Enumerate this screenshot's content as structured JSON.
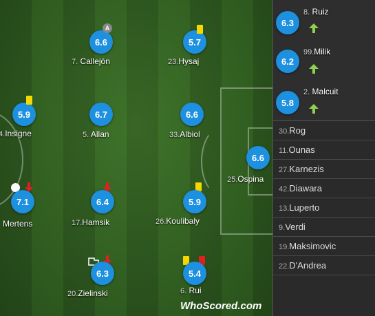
{
  "starters": [
    {
      "number": "7.",
      "name": "Callejón",
      "rating": "6.6",
      "captain": "A",
      "yellow": false
    },
    {
      "number": "23.",
      "name": "Hysaj",
      "rating": "5.7",
      "yellow": true
    },
    {
      "number": "4.",
      "name": "Insigne",
      "rating": "5.9",
      "yellow": true
    },
    {
      "number": "5.",
      "name": "Allan",
      "rating": "6.7"
    },
    {
      "number": "33.",
      "name": "Albiol",
      "rating": "6.6"
    },
    {
      "number": "25.",
      "name": "Ospina",
      "rating": "6.6"
    },
    {
      "number": "",
      "name": "Mertens",
      "rating": "7.1",
      "goal": true,
      "subbed_off": true
    },
    {
      "number": "17.",
      "name": "Hamsik",
      "rating": "6.4",
      "subbed_off": true
    },
    {
      "number": "26.",
      "name": "Koulibaly",
      "rating": "5.9",
      "yellow": true
    },
    {
      "number": "20.",
      "name": "Zielinski",
      "rating": "6.3",
      "subbed_off": true,
      "assist": true
    },
    {
      "number": "6.",
      "name": "Rui",
      "rating": "5.4",
      "yellow": true,
      "red": true
    }
  ],
  "subs_on": [
    {
      "number": "8.",
      "name": "Ruiz",
      "rating": "6.3"
    },
    {
      "number": "99.",
      "name": "Milik",
      "rating": "6.2"
    },
    {
      "number": "2.",
      "name": "Malcuit",
      "rating": "5.8"
    }
  ],
  "bench": [
    {
      "number": "30.",
      "name": "Rog"
    },
    {
      "number": "11.",
      "name": "Ounas"
    },
    {
      "number": "27.",
      "name": "Karnezis"
    },
    {
      "number": "42.",
      "name": "Diawara"
    },
    {
      "number": "13.",
      "name": "Luperto"
    },
    {
      "number": "9.",
      "name": "Verdi"
    },
    {
      "number": "19.",
      "name": "Maksimovic"
    },
    {
      "number": "22.",
      "name": "D'Andrea"
    }
  ],
  "logo": "WhoScored.com",
  "colors": {
    "rating_bg": "#1e90e0",
    "yellow_card": "#f4d800",
    "red_card": "#e02020",
    "sub_on": "#8fd14f",
    "sub_off": "#e02020"
  }
}
